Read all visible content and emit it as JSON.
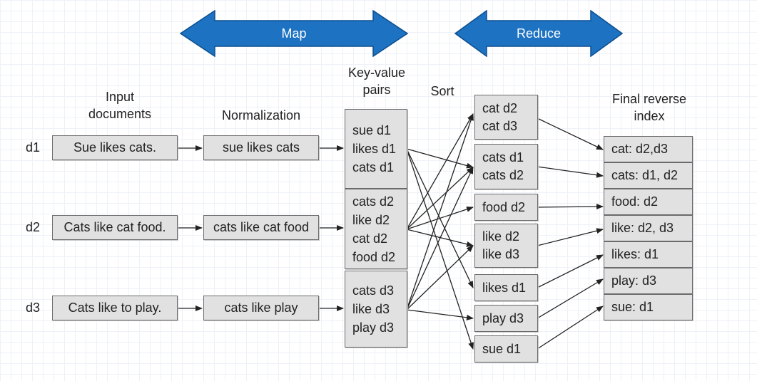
{
  "phases": {
    "map": "Map",
    "reduce": "Reduce"
  },
  "headings": {
    "input": [
      "Input",
      "documents"
    ],
    "normalization": "Normalization",
    "key_value": [
      "Key-value",
      "pairs"
    ],
    "sort": "Sort",
    "final": [
      "Final reverse",
      "index"
    ]
  },
  "docs": [
    {
      "id": "d1",
      "input": "Sue likes cats.",
      "normalized": "sue likes cats",
      "pairs": [
        "sue d1",
        "likes d1",
        "cats d1"
      ]
    },
    {
      "id": "d2",
      "input": "Cats like cat food.",
      "normalized": "cats like cat food",
      "pairs": [
        "cats d2",
        "like d2",
        "cat d2",
        "food d2"
      ]
    },
    {
      "id": "d3",
      "input": "Cats like to play.",
      "normalized": "cats like play",
      "pairs": [
        "cats d3",
        "like d3",
        "play d3"
      ]
    }
  ],
  "sorted_groups": [
    [
      "cat d2",
      "cat d3"
    ],
    [
      "cats d1",
      "cats d2"
    ],
    [
      "food d2"
    ],
    [
      "like d2",
      "like d3"
    ],
    [
      "likes d1"
    ],
    [
      "play d3"
    ],
    [
      "sue d1"
    ]
  ],
  "index": [
    "cat: d2,d3",
    "cats: d1, d2",
    "food: d2",
    "like: d2, d3",
    "likes: d1",
    "play: d3",
    "sue: d1"
  ],
  "colors": {
    "arrow_fill": "#1d72c2",
    "arrow_edge": "#0d4f8f",
    "box_fill": "#e1e1e1",
    "line": "#222222"
  }
}
